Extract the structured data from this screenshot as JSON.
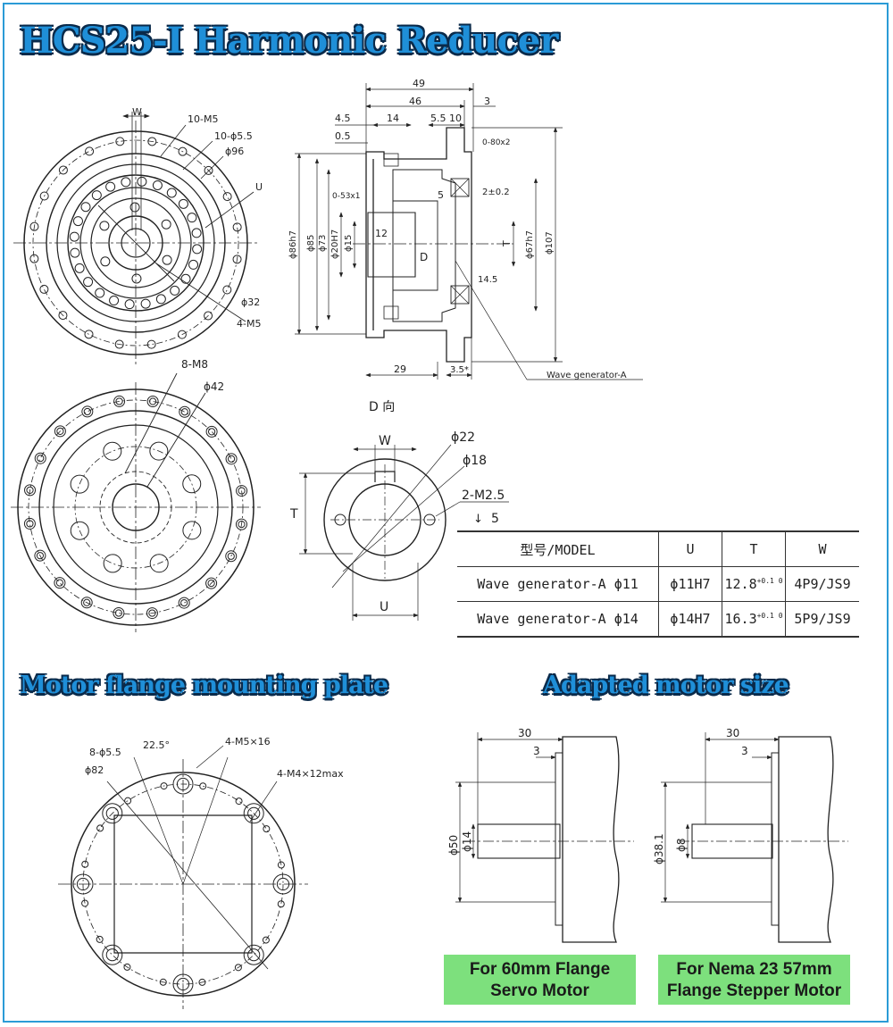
{
  "titles": {
    "main": "HCS25-I Harmonic Reducer",
    "flange": "Motor flange mounting plate",
    "motor": "Adapted motor size"
  },
  "front_view": {
    "labels": [
      "W",
      "10-M5",
      "10-ϕ5.5",
      "ϕ96",
      "U",
      "ϕ32",
      "4-M5"
    ]
  },
  "section_view": {
    "top_dims": [
      "49",
      "46",
      "3",
      "4.5",
      "14",
      "5.5",
      "10",
      "0.5"
    ],
    "left_dims": [
      "ϕ86h7",
      "ϕ85",
      "ϕ73",
      "ϕ20H7",
      "ϕ15"
    ],
    "inner_labels": [
      "12",
      "D",
      "5",
      "0-53x1",
      "0-80x2",
      "2±0.2",
      "14.5",
      "T"
    ],
    "right_dims": [
      "ϕ67h7",
      "ϕ107"
    ],
    "bottom_dims": [
      "29",
      "3.5*"
    ],
    "callout": "Wave generator-A"
  },
  "back_view": {
    "labels": [
      "8-M8",
      "ϕ42"
    ]
  },
  "d_view": {
    "title": "D 向",
    "labels": [
      "W",
      "ϕ22",
      "ϕ18",
      "2-M2.5",
      "5",
      "T",
      "U"
    ]
  },
  "table": {
    "headers": [
      "型号/MODEL",
      "U",
      "T",
      "W"
    ],
    "rows": [
      {
        "model": "Wave generator-A ϕ11",
        "u": "ϕ11H7",
        "t": "12.8",
        "t_tol": "+0.1 0",
        "w": "4P9/JS9"
      },
      {
        "model": "Wave generator-A ϕ14",
        "u": "ϕ14H7",
        "t": "16.3",
        "t_tol": "+0.1 0",
        "w": "5P9/JS9"
      }
    ]
  },
  "flange_plate": {
    "labels": [
      "8-ϕ5.5",
      "22.5°",
      "4-M5×16",
      "ϕ82",
      "4-M4×12max"
    ]
  },
  "motors": [
    {
      "len": "30",
      "step": "3",
      "body_dia": "ϕ50",
      "shaft_dia": "ϕ14",
      "caption_1": "For 60mm Flange",
      "caption_2": "Servo Motor"
    },
    {
      "len": "30",
      "step": "3",
      "body_dia": "ϕ38.1",
      "shaft_dia": "ϕ8",
      "caption_1": "For Nema 23 57mm",
      "caption_2": "Flange Stepper Motor"
    }
  ],
  "colors": {
    "title_fill": "#1f8fd8",
    "title_outline": "#0a2a4a",
    "frame": "#2b9bd6",
    "caption_bg": "#7de07d"
  }
}
